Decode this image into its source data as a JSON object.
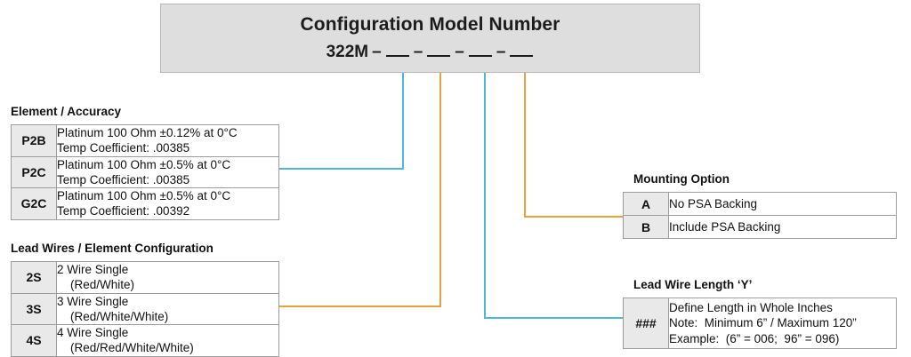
{
  "header": {
    "title": "Configuration Model Number",
    "prefix": "322M",
    "dash": "–",
    "blank_slots": 4
  },
  "sections": [
    {
      "id": "element-accuracy",
      "title": "Element / Accuracy",
      "rows": [
        {
          "code": "P2B",
          "desc": "Platinum 100 Ohm ±0.12% at 0°C\nTemp Coefficient: .00385"
        },
        {
          "code": "P2C",
          "desc": "Platinum 100 Ohm ±0.5% at 0°C\nTemp Coefficient: .00385"
        },
        {
          "code": "G2C",
          "desc": "Platinum 100 Ohm ±0.5% at 0°C\nTemp Coefficient: .00392"
        }
      ]
    },
    {
      "id": "lead-wires",
      "title": "Lead Wires / Element Configuration",
      "rows": [
        {
          "code": "2S",
          "desc": "2 Wire Single\n    (Red/White)"
        },
        {
          "code": "3S",
          "desc": "3 Wire Single\n    (Red/White/White)"
        },
        {
          "code": "4S",
          "desc": "4 Wire Single\n    (Red/Red/White/White)"
        }
      ]
    },
    {
      "id": "mounting-option",
      "title": "Mounting Option",
      "rows": [
        {
          "code": "A",
          "desc": "No PSA Backing"
        },
        {
          "code": "B",
          "desc": "Include PSA Backing"
        }
      ]
    },
    {
      "id": "lead-wire-length",
      "title": "Lead Wire Length ‘Y’",
      "rows": [
        {
          "code": "###",
          "desc": "Define Length in Whole Inches\nNote:  Minimum 6” / Maximum 120”\nExample:  (6” = 006;  96” = 096)"
        }
      ]
    }
  ],
  "colors": {
    "line_blue": "#4bb8dc",
    "line_orange": "#e6a33e",
    "header_fill": "#dedede",
    "code_cell_fill": "#e9e9e9",
    "border": "#9d9d9d"
  }
}
